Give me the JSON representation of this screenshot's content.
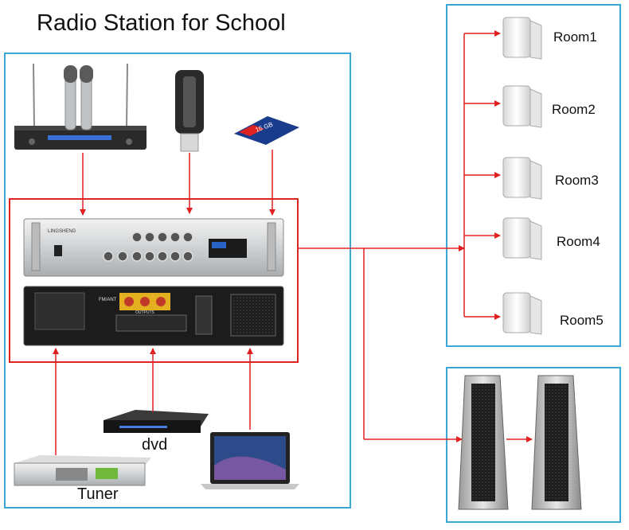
{
  "title": "Radio Station for School",
  "rooms": [
    "Room1",
    "Room2",
    "Room3",
    "Room4",
    "Room5"
  ],
  "sources": {
    "dvd": "dvd",
    "tuner": "Tuner"
  },
  "device_text": {
    "sd_card": "16 GB",
    "amp_brand": "LINGSHENG",
    "amp_outputs": "OUTPUTS",
    "amp_fm": "FM/ANT"
  },
  "colors": {
    "frame": "#3ba7d6",
    "signal": "#e02020",
    "amp_box": "#dd2222"
  },
  "icons": [
    "wireless-microphone-icon",
    "usb-drive-icon",
    "sd-card-icon",
    "mixer-amplifier-icon",
    "power-amplifier-icon",
    "dvd-player-icon",
    "laptop-icon",
    "tuner-icon",
    "wall-speaker-icon",
    "column-speaker-icon"
  ]
}
